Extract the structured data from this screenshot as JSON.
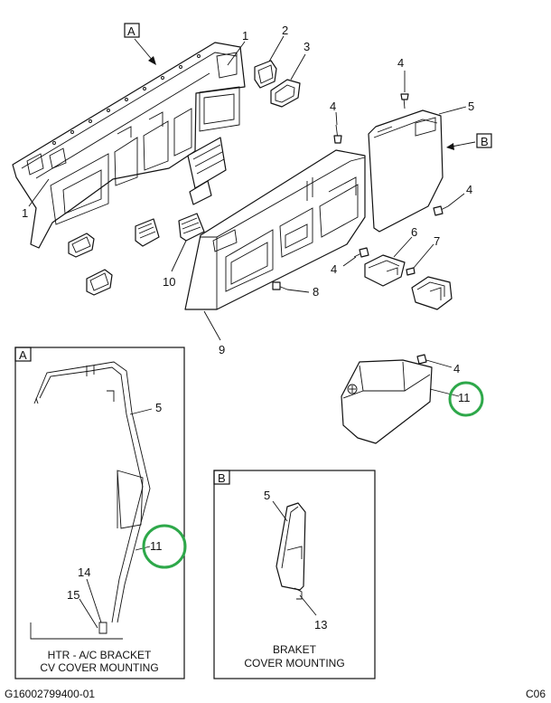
{
  "main_view": {
    "view_label_a": "A",
    "view_label_b": "B",
    "callouts": {
      "c1_top": "1",
      "c1_left": "1",
      "c2": "2",
      "c3": "3",
      "c4_screw_mid": "4",
      "c4_top": "4",
      "c4_right": "4",
      "c4_lower": "4",
      "c4_bracket": "4",
      "c5": "5",
      "c6": "6",
      "c7": "7",
      "c8": "8",
      "c9": "9",
      "c10": "10",
      "c11": "11"
    }
  },
  "detail_a": {
    "label": "A",
    "callouts": {
      "c5": "5",
      "c11": "11",
      "c14": "14",
      "c15": "15"
    },
    "caption_line1": "HTR - A/C BRACKET",
    "caption_line2": "CV COVER MOUNTING"
  },
  "detail_b": {
    "label": "B",
    "callouts": {
      "c5": "5",
      "c13": "13"
    },
    "caption_line1": "BRAKET",
    "caption_line2": "COVER MOUNTING"
  },
  "footer": {
    "part_number": "G16002799400-01",
    "sheet_code": "C06"
  },
  "colors": {
    "highlight_circle": "#2ea84a",
    "line_art": "#111111"
  }
}
